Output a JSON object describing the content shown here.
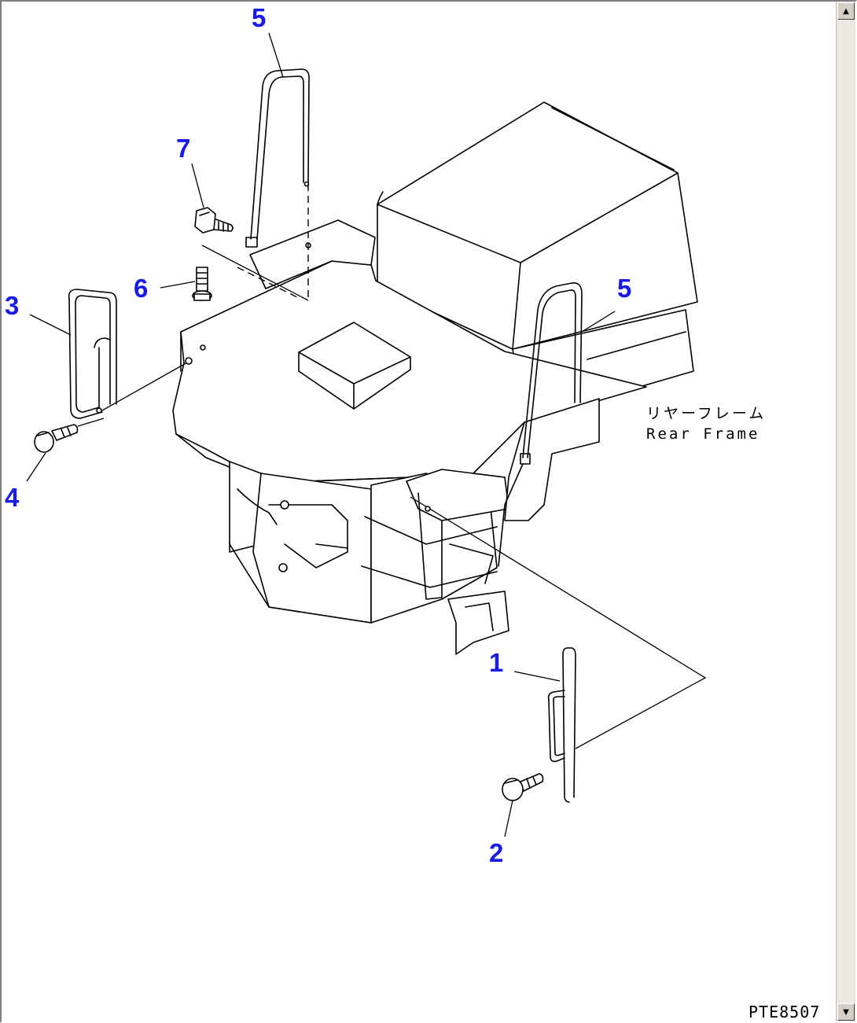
{
  "diagram": {
    "callouts": {
      "c1": "1",
      "c2": "2",
      "c3": "3",
      "c4": "4",
      "c5a": "5",
      "c5b": "5",
      "c6": "6",
      "c7": "7"
    },
    "frame_label_jp": "リヤーフレーム",
    "frame_label_en": "Rear Frame",
    "drawing_code": "PTE8507"
  },
  "colors": {
    "callout": "#1a1ae6",
    "line": "#000000",
    "background": "#ffffff"
  },
  "scrollbar": {
    "up_icon": "▲",
    "down_icon": "▼"
  }
}
